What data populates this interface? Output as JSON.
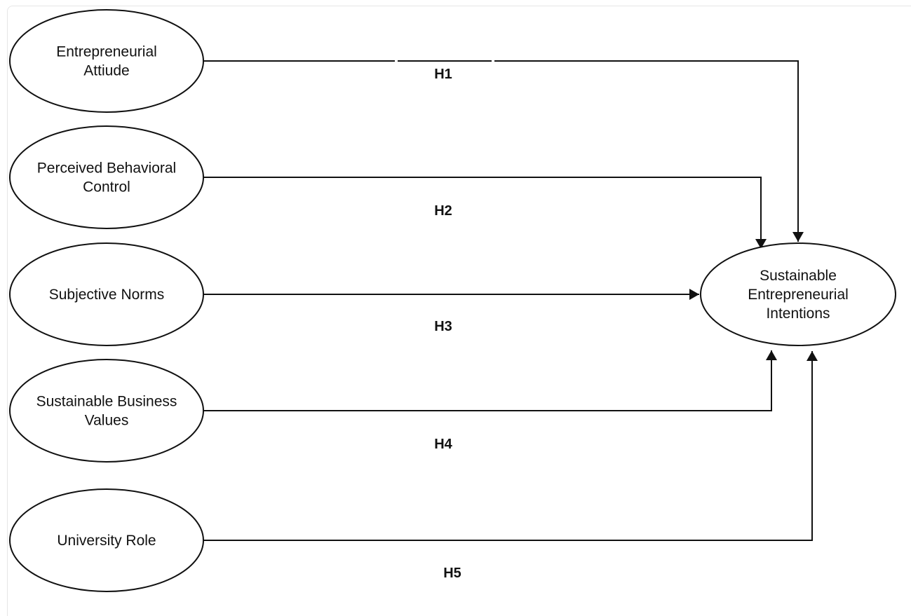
{
  "diagram": {
    "source_nodes": [
      {
        "id": "ea",
        "label_lines": [
          "Entrepreneurial",
          "Attiude"
        ]
      },
      {
        "id": "pbc",
        "label_lines": [
          "Perceived Behavioral",
          "Control"
        ]
      },
      {
        "id": "sn",
        "label_lines": [
          "Subjective Norms"
        ]
      },
      {
        "id": "sbv",
        "label_lines": [
          "Sustainable Business",
          "Values"
        ]
      },
      {
        "id": "ur",
        "label_lines": [
          "University Role"
        ]
      }
    ],
    "target_node": {
      "id": "sei",
      "label_lines": [
        "Sustainable",
        "Entrepreneurial",
        "Intentions"
      ]
    },
    "hypotheses": [
      {
        "label": "H1",
        "from": "ea",
        "to": "sei"
      },
      {
        "label": "H2",
        "from": "pbc",
        "to": "sei"
      },
      {
        "label": "H3",
        "from": "sn",
        "to": "sei"
      },
      {
        "label": "H4",
        "from": "sbv",
        "to": "sei"
      },
      {
        "label": "H5",
        "from": "ur",
        "to": "sei"
      }
    ]
  }
}
